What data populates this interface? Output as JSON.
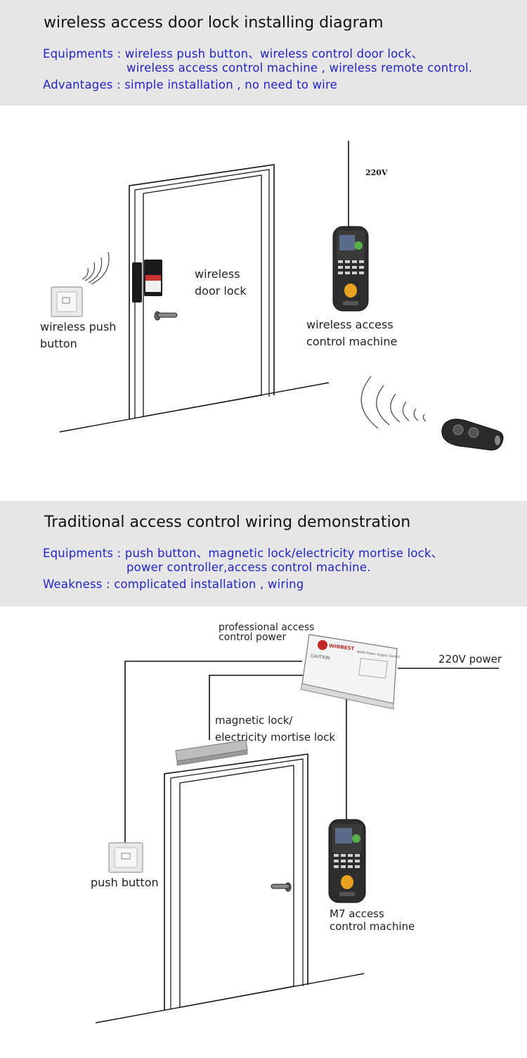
{
  "section1": {
    "title": "wireless access door lock installing diagram",
    "equipments_line1": "Equipments : wireless push button、wireless control door lock、",
    "equipments_line2": "wireless access control machine , wireless remote control.",
    "advantages": "Advantages : simple installation , no need to wire",
    "labels": {
      "voltage": "220V",
      "door_lock_1": "wireless",
      "door_lock_2": "door lock",
      "push_button_1": "wireless push",
      "push_button_2": "button",
      "machine_1": "wireless access",
      "machine_2": "control machine"
    }
  },
  "section2": {
    "title": "Traditional access control wiring demonstration",
    "equipments_line1": "Equipments : push button、magnetic lock/electricity mortise lock、",
    "equipments_line2": "power controller,access control machine.",
    "weakness": "Weakness : complicated installation , wiring",
    "labels": {
      "power_1": "professional access",
      "power_2": "control power",
      "mains": "220V power",
      "maglock_1": "magnetic lock/",
      "maglock_2": "electricity mortise lock",
      "push_button": "push button",
      "machine_1": "M7 access",
      "machine_2": "control machine"
    },
    "device_text": {
      "brand": "WINBEST",
      "caution": "CAUTION",
      "model": "WDM Power Supply Control"
    }
  },
  "colors": {
    "header_bg": "#e6e6e6",
    "accent_text": "#2323c4",
    "line": "#111111"
  }
}
